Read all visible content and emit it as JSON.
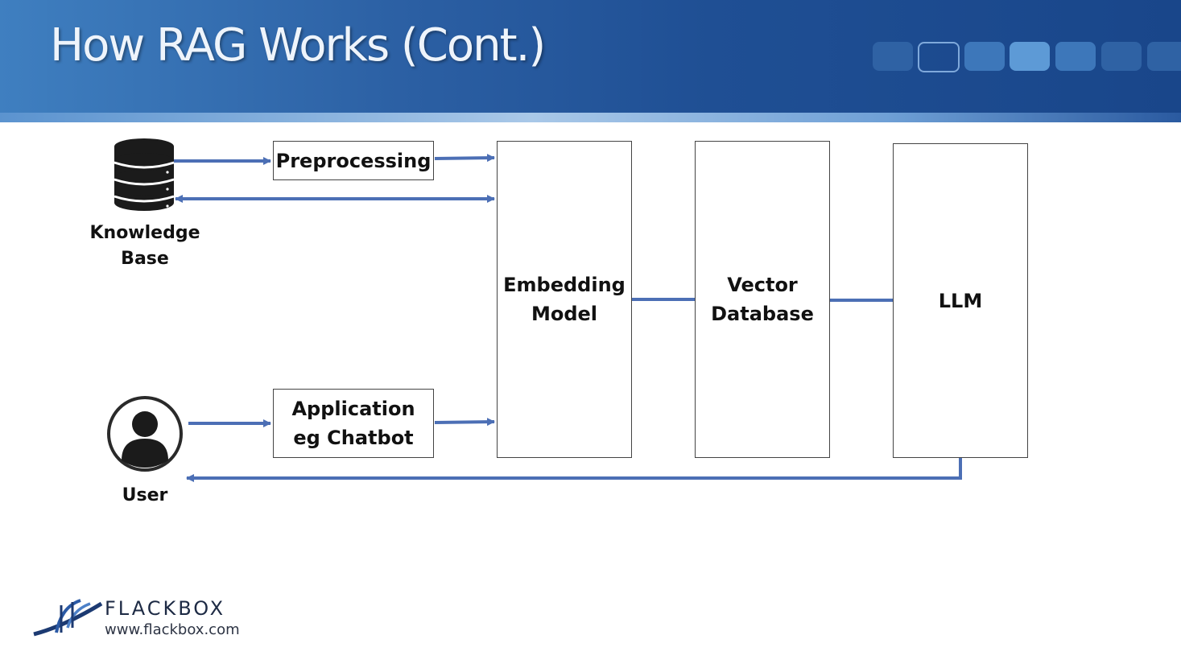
{
  "slide": {
    "title": "How RAG Works (Cont.)",
    "nav_indicator_count": 7,
    "colors": {
      "header": "#1f4f94",
      "arrow": "#4c6fb5"
    }
  },
  "diagram": {
    "knowledge_base": {
      "label": "Knowledge\nBase",
      "icon": "database-icon"
    },
    "user": {
      "label": "User",
      "icon": "user-avatar-icon"
    },
    "preprocessing": {
      "label": "Preprocessing"
    },
    "application": {
      "label": "Application\neg Chatbot"
    },
    "embedding_model": {
      "label": "Embedding\nModel"
    },
    "vector_database": {
      "label": "Vector\nDatabase"
    },
    "llm": {
      "label": "LLM"
    }
  },
  "branding": {
    "logo_text": "FLACKBOX",
    "url": "www.flackbox.com",
    "logo_icon": "bridge-logo-icon"
  }
}
